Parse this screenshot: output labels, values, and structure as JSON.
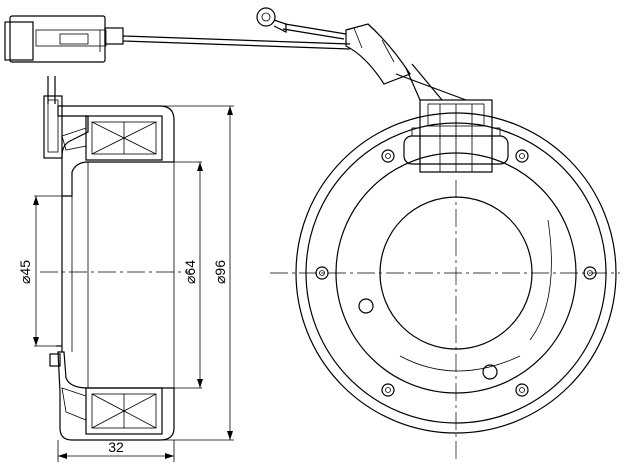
{
  "dimensions": {
    "d45": "⌀45",
    "d64": "⌀64",
    "d96": "⌀96",
    "width": "32"
  }
}
